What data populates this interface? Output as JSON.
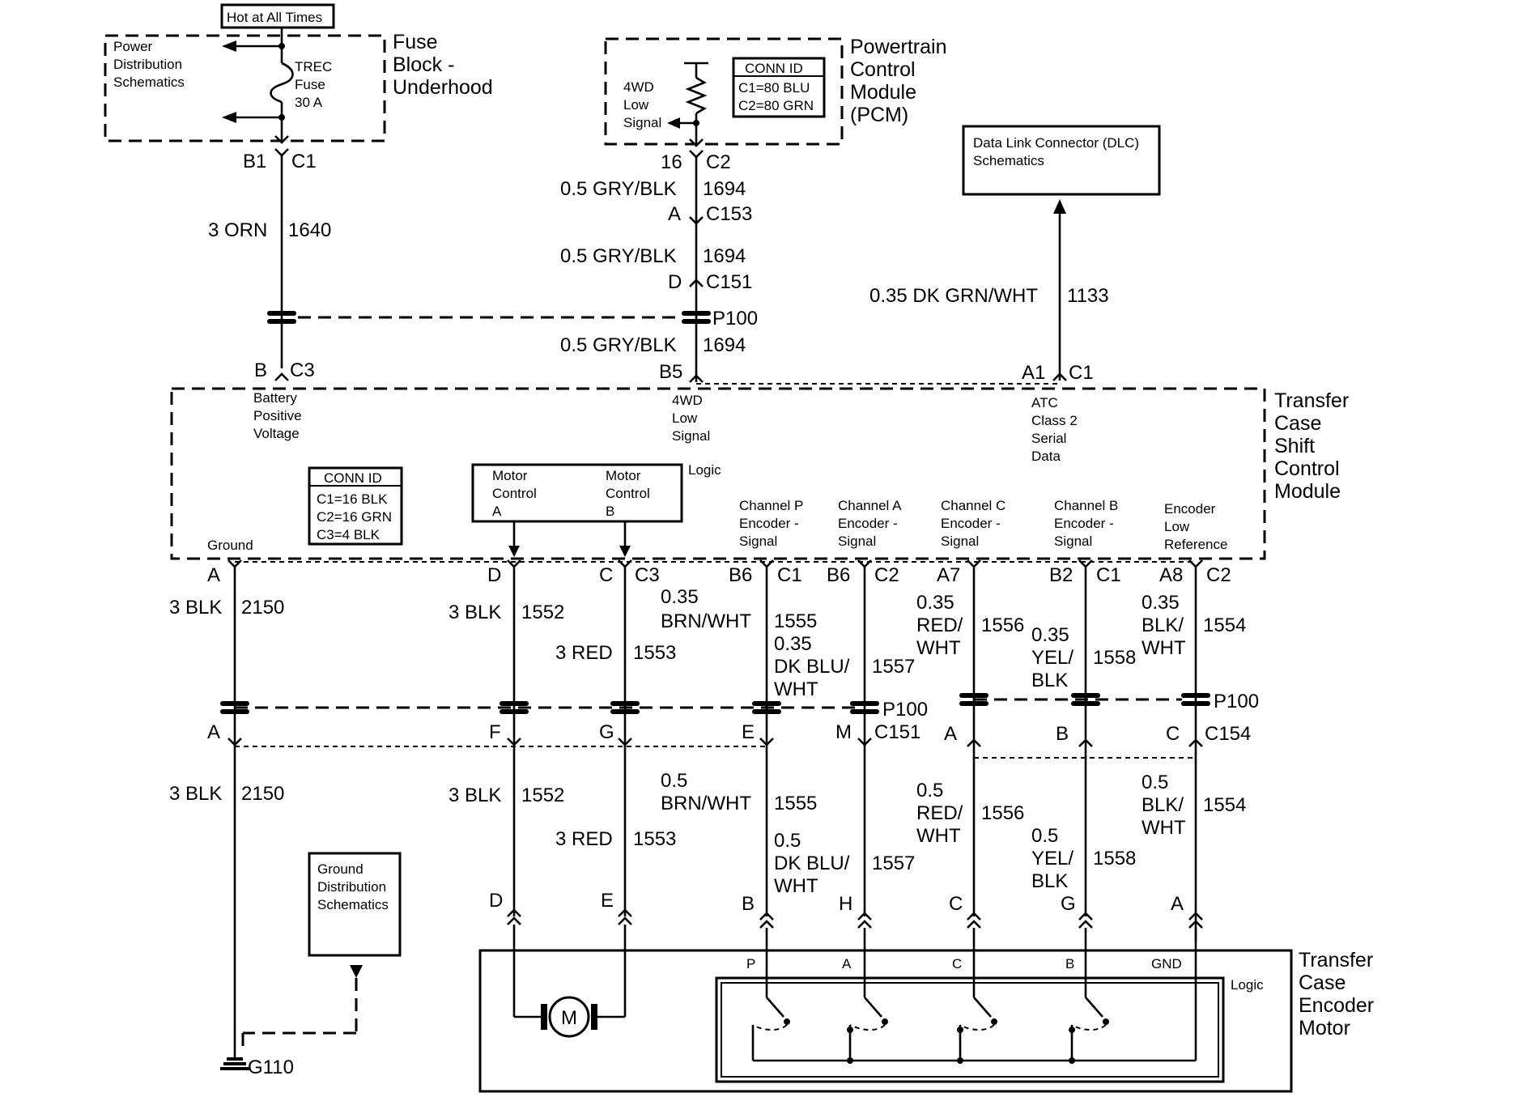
{
  "header": {
    "hot_at_all_times": "Hot at All Times"
  },
  "fuse_block": {
    "title": [
      "Fuse",
      "Block -",
      "Underhood"
    ],
    "power_dist": [
      "Power",
      "Distribution",
      "Schematics"
    ],
    "fuse": [
      "TREC",
      "Fuse",
      "30 A"
    ],
    "conn_left": "B1",
    "conn_right": "C1"
  },
  "pcm": {
    "title": [
      "Powertrain",
      "Control",
      "Module",
      "(PCM)"
    ],
    "signal": [
      "4WD",
      "Low",
      "Signal"
    ],
    "conn_id_title": "CONN ID",
    "conn_ids": [
      "C1=80 BLU",
      "C2=80 GRN"
    ],
    "pin": "16",
    "conn": "C2"
  },
  "dlc": {
    "title": [
      "Data Link Connector (DLC)",
      "Schematics"
    ]
  },
  "upper_wires": {
    "fuse_wire": {
      "gauge": "3 ORN",
      "circuit": "1640"
    },
    "pcm_wire_1": {
      "gauge": "0.5 GRY/BLK",
      "circuit": "1694"
    },
    "c153": {
      "pin": "A",
      "conn": "C153"
    },
    "pcm_wire_2": {
      "gauge": "0.5 GRY/BLK",
      "circuit": "1694"
    },
    "c151": {
      "pin": "D",
      "conn": "C151"
    },
    "splice": "P100",
    "pcm_wire_3": {
      "gauge": "0.5 GRY/BLK",
      "circuit": "1694"
    },
    "dlc_wire": {
      "gauge": "0.35 DK GRN/WHT",
      "circuit": "1133"
    }
  },
  "tccm": {
    "title": [
      "Transfer",
      "Case",
      "Shift",
      "Control",
      "Module"
    ],
    "conn_b": {
      "pin": "B",
      "conn": "C3"
    },
    "conn_b5": "B5",
    "conn_a1": {
      "pin": "A1",
      "conn": "C1"
    },
    "battery": [
      "Battery",
      "Positive",
      "Voltage"
    ],
    "wd_low": [
      "4WD",
      "Low",
      "Signal"
    ],
    "atc": [
      "ATC",
      "Class 2",
      "Serial",
      "Data"
    ],
    "conn_id_title": "CONN ID",
    "conn_ids": [
      "C1=16 BLK",
      "C2=16 GRN",
      "C3=4 BLK"
    ],
    "motor_a": [
      "Motor",
      "Control",
      "A"
    ],
    "motor_b": [
      "Motor",
      "Control",
      "B"
    ],
    "logic": "Logic",
    "ground": "Ground",
    "ch_p": [
      "Channel P",
      "Encoder -",
      "Signal"
    ],
    "ch_a": [
      "Channel A",
      "Encoder -",
      "Signal"
    ],
    "ch_c": [
      "Channel C",
      "Encoder -",
      "Signal"
    ],
    "ch_b": [
      "Channel B",
      "Encoder -",
      "Signal"
    ],
    "enc_low": [
      "Encoder",
      "Low",
      "Reference"
    ]
  },
  "lower_top_conns": {
    "ground": "A",
    "d_c3": {
      "pin": "D"
    },
    "c_c3": {
      "pin": "C",
      "conn": "C3"
    },
    "b6_c1": {
      "pin": "B6",
      "conn": "C1"
    },
    "b6_c2": {
      "pin": "B6",
      "conn": "C2"
    },
    "a7": "A7",
    "b2_c1": {
      "pin": "B2",
      "conn": "C1"
    },
    "a8_c2": {
      "pin": "A8",
      "conn": "C2"
    }
  },
  "lower_wires_1": {
    "w2150": {
      "gauge": "3 BLK",
      "circuit": "2150"
    },
    "w1552": {
      "gauge": "3 BLK",
      "circuit": "1552"
    },
    "w1553": {
      "gauge": "3 RED",
      "circuit": "1553"
    },
    "w1555": {
      "gauge": [
        "0.35",
        "BRN/WHT"
      ],
      "circuit": "1555"
    },
    "w1557": {
      "gauge": [
        "0.35",
        "DK BLU/",
        "WHT"
      ],
      "circuit": "1557"
    },
    "w1556": {
      "gauge": [
        "0.35",
        "RED/",
        "WHT"
      ],
      "circuit": "1556"
    },
    "w1558": {
      "gauge": [
        "0.35",
        "YEL/",
        "BLK"
      ],
      "circuit": "1558"
    },
    "w1554": {
      "gauge": [
        "0.35",
        "BLK/",
        "WHT"
      ],
      "circuit": "1554"
    }
  },
  "splice_mid": {
    "left": "P100",
    "right": "P100"
  },
  "mid_conns": {
    "a": "A",
    "f": "F",
    "g": "G",
    "e": "E",
    "m_c151": {
      "pin": "M",
      "conn": "C151"
    },
    "a2": "A",
    "b": "B",
    "c_c154": {
      "pin": "C",
      "conn": "C154"
    }
  },
  "lower_wires_2": {
    "w2150": {
      "gauge": "3 BLK",
      "circuit": "2150"
    },
    "w1552": {
      "gauge": "3 BLK",
      "circuit": "1552"
    },
    "w1553": {
      "gauge": "3 RED",
      "circuit": "1553"
    },
    "w1555": {
      "gauge": [
        "0.5",
        "BRN/WHT"
      ],
      "circuit": "1555"
    },
    "w1557": {
      "gauge": [
        "0.5",
        "DK BLU/",
        "WHT"
      ],
      "circuit": "1557"
    },
    "w1556": {
      "gauge": [
        "0.5",
        "RED/",
        "WHT"
      ],
      "circuit": "1556"
    },
    "w1558": {
      "gauge": [
        "0.5",
        "YEL/",
        "BLK"
      ],
      "circuit": "1558"
    },
    "w1554": {
      "gauge": [
        "0.5",
        "BLK/",
        "WHT"
      ],
      "circuit": "1554"
    }
  },
  "ground_dist": {
    "title": [
      "Ground",
      "Distribution",
      "Schematics"
    ],
    "ground_point": "G110"
  },
  "motor_conns": [
    "D",
    "E",
    "B",
    "H",
    "C",
    "G",
    "A"
  ],
  "encoder_motor": {
    "title": [
      "Transfer",
      "Case",
      "Encoder",
      "Motor"
    ],
    "pins": [
      "P",
      "A",
      "C",
      "B",
      "GND"
    ],
    "logic": "Logic",
    "motor_symbol": "M"
  }
}
